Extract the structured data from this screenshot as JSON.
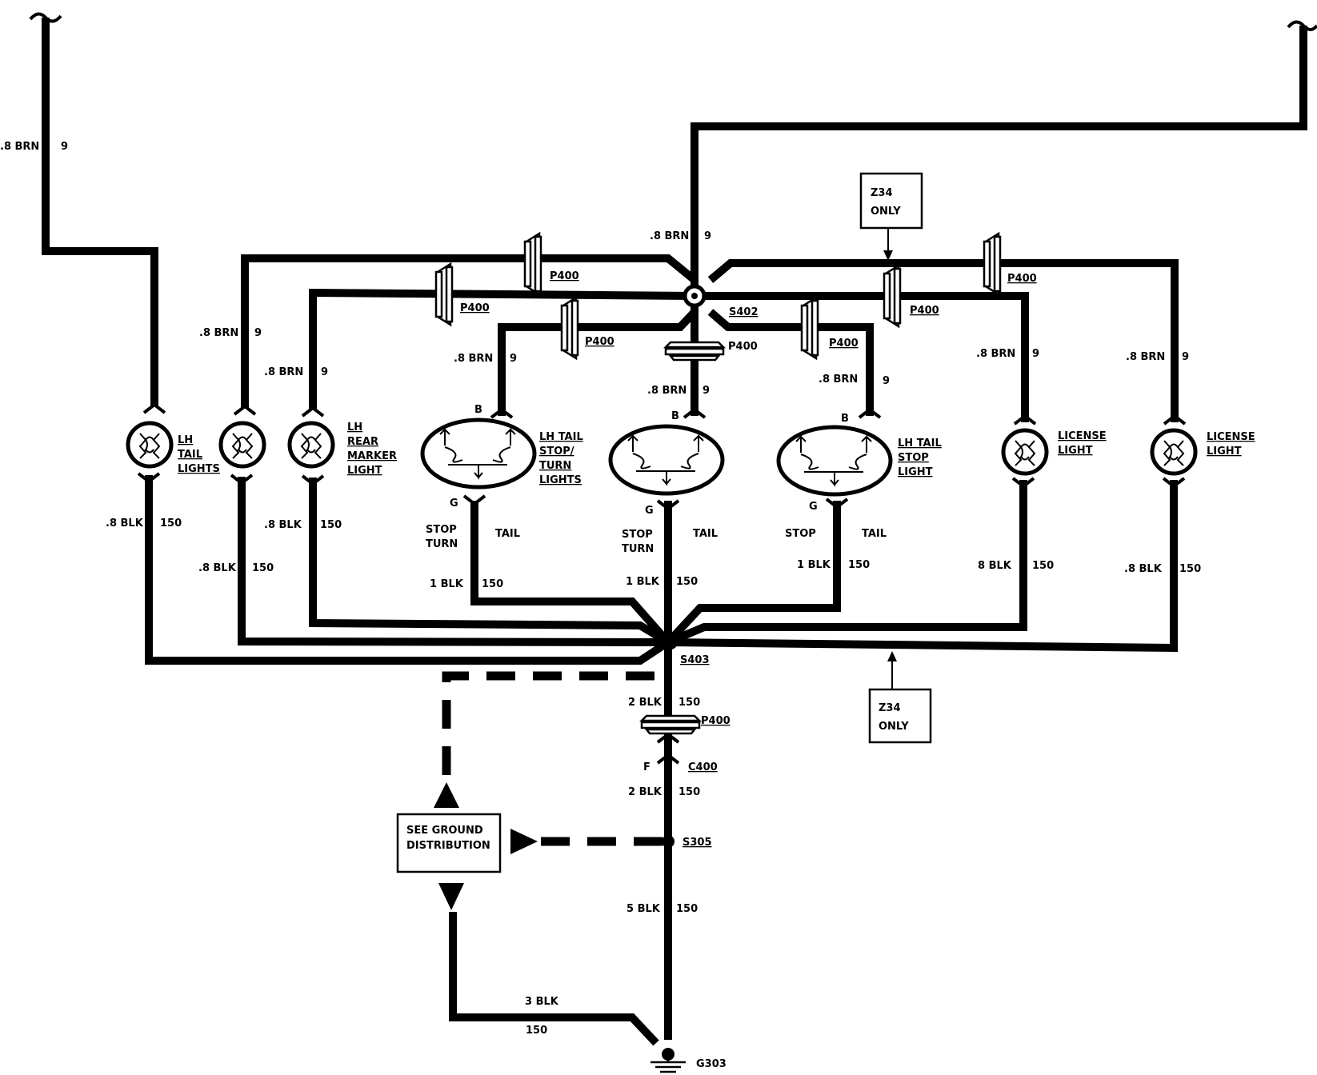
{
  "wires": {
    "brn_size": ".8 BRN",
    "brn_circuit": "9",
    "blk_08": ".8 BLK",
    "blk_1": "1 BLK",
    "blk_8": "8 BLK",
    "blk_2": "2 BLK",
    "blk_5": "5 BLK",
    "blk_3": "3 BLK",
    "blk_circuit": "150"
  },
  "connectors": {
    "p400": "P400",
    "c400": "C400",
    "pin_b": "B",
    "pin_g": "G",
    "pin_f": "F"
  },
  "splices": {
    "s402": "S402",
    "s403": "S403",
    "s305": "S305",
    "g303": "G303"
  },
  "lamps": {
    "lh_tail": [
      "LH",
      "TAIL",
      "LIGHTS"
    ],
    "lh_rear_marker": [
      "LH",
      "REAR",
      "MARKER",
      "LIGHT"
    ],
    "lh_tail_stop_turn": [
      "LH TAIL",
      "STOP/",
      "TURN",
      "LIGHTS"
    ],
    "lh_tail_stop": [
      "LH TAIL",
      "STOP",
      "LIGHT"
    ],
    "license_1": [
      "LICENSE",
      "LIGHT"
    ],
    "license_2": [
      "LICENSE",
      "LIGHT"
    ]
  },
  "functions": {
    "stop_turn": [
      "STOP",
      "TURN"
    ],
    "stop_turn_center": [
      "STOP",
      "TURN"
    ],
    "stop": "STOP",
    "tail": "TAIL"
  },
  "notes": {
    "z34_top": [
      "Z34",
      "ONLY"
    ],
    "z34_bottom": [
      "Z34",
      "ONLY"
    ],
    "ground_distribution": [
      "SEE GROUND",
      "DISTRIBUTION"
    ]
  }
}
